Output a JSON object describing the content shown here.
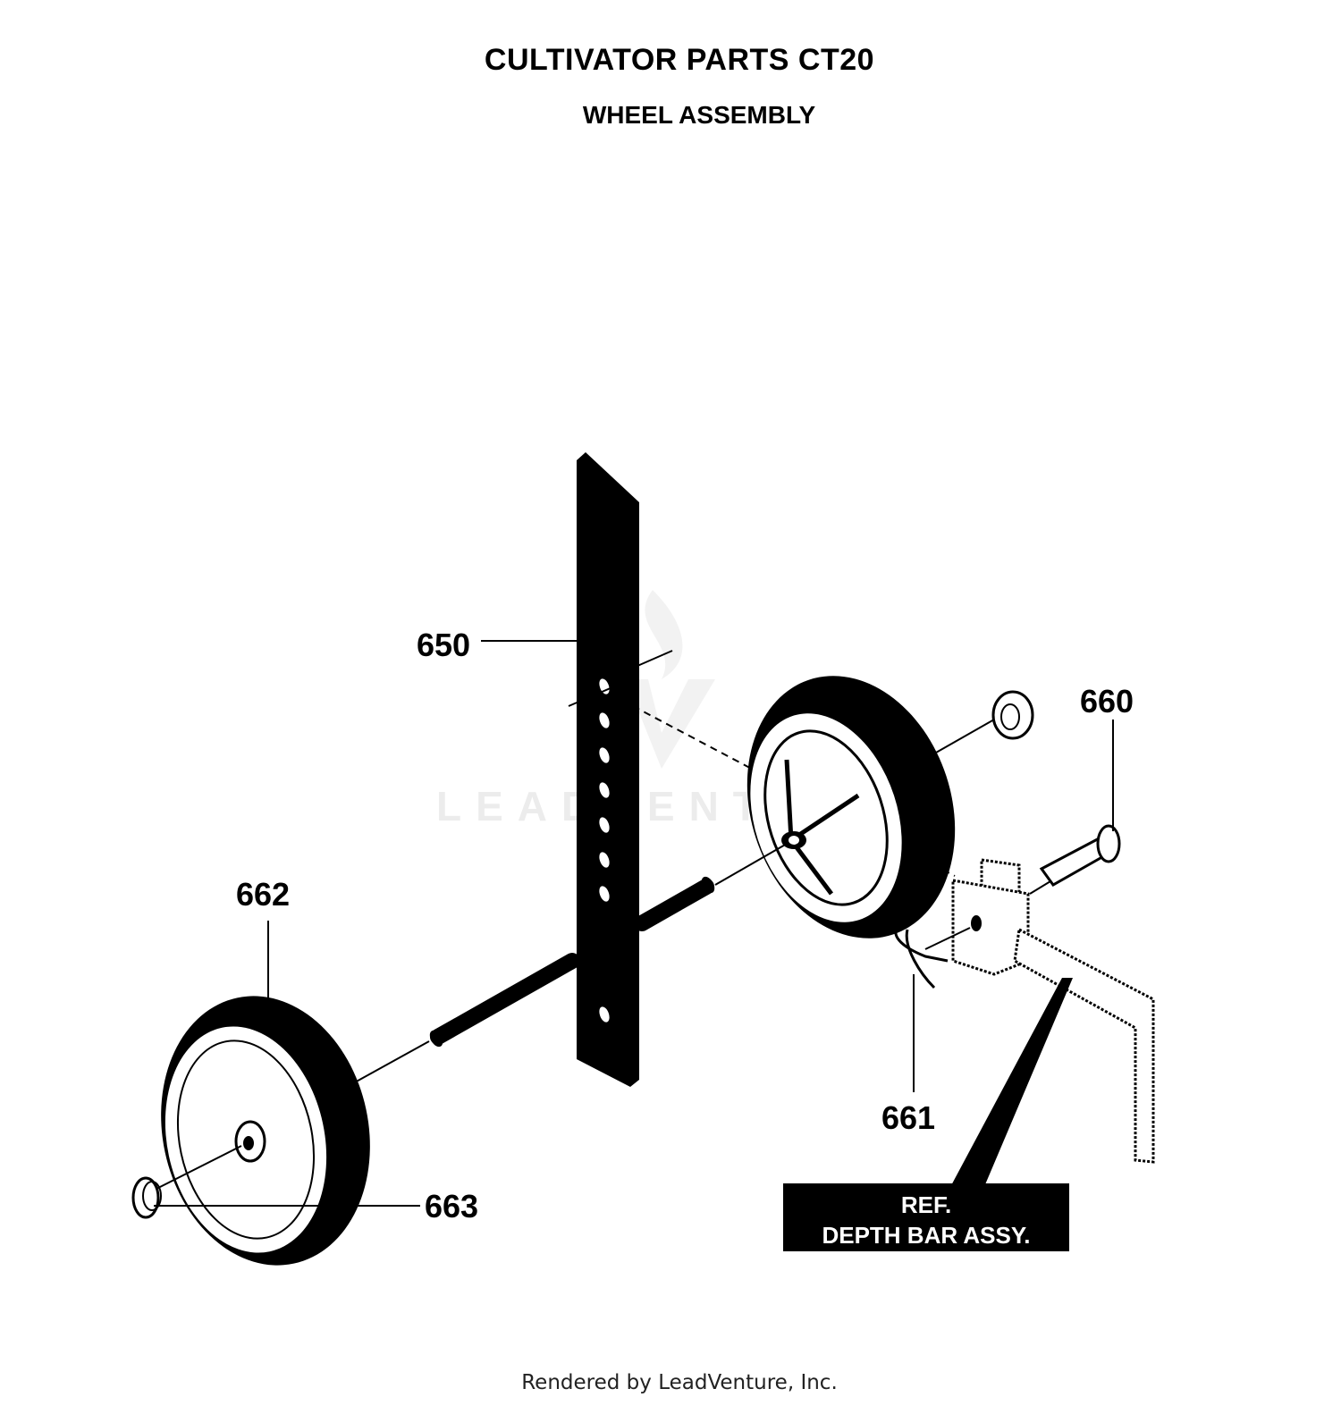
{
  "title": "CULTIVATOR PARTS CT20",
  "subtitle": "WHEEL ASSEMBLY",
  "parts": {
    "p650": "650",
    "p660": "660",
    "p661": "661",
    "p662": "662",
    "p663": "663"
  },
  "reference": {
    "line1": "REF.",
    "line2": "DEPTH BAR ASSY."
  },
  "watermark": "LEADVENTURE",
  "footer": "Rendered by LeadVenture, Inc."
}
